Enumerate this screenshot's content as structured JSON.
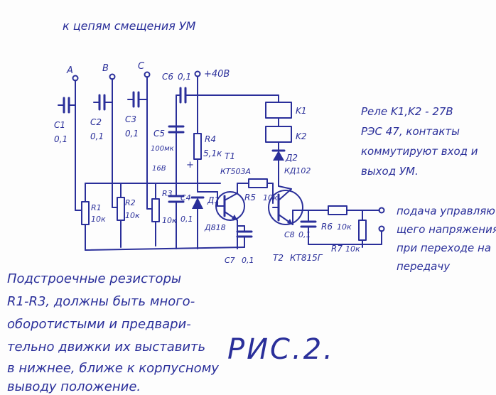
{
  "header": "к цепям смещения УМ",
  "figure_label": "РИС.2.",
  "terminals": [
    "A",
    "B",
    "C"
  ],
  "supply": "+40В",
  "capacitors": [
    {
      "ref": "C1",
      "value": "0,1"
    },
    {
      "ref": "C2",
      "value": "0,1"
    },
    {
      "ref": "C3",
      "value": "0,1"
    },
    {
      "ref": "C5",
      "value": "100мк",
      "value2": "16В"
    },
    {
      "ref": "C6",
      "value": "0,1"
    },
    {
      "ref": "C4",
      "value": "0,1"
    },
    {
      "ref": "C7",
      "value": "0,1"
    },
    {
      "ref": "C8",
      "value": "0,1"
    }
  ],
  "resistors": [
    {
      "ref": "R1",
      "value": "10к"
    },
    {
      "ref": "R2",
      "value": "10к"
    },
    {
      "ref": "R3",
      "value": "10к"
    },
    {
      "ref": "R4",
      "value": "5,1к"
    },
    {
      "ref": "R5",
      "value": "10к"
    },
    {
      "ref": "R6",
      "value": "10к"
    },
    {
      "ref": "R7",
      "value": "10к"
    }
  ],
  "relays": [
    "K1",
    "K2"
  ],
  "diodes": [
    {
      "ref": "Д1",
      "part": "Д818"
    },
    {
      "ref": "Д2",
      "part": "КД102"
    }
  ],
  "transistors": [
    {
      "ref": "T1",
      "part": "КТ503А"
    },
    {
      "ref": "T2",
      "part": "КТ815Г"
    }
  ],
  "relay_note": [
    "Реле K1,K2 - 27В",
    "РЭС 47, контакты",
    "коммутируют вход и",
    "выход УМ."
  ],
  "control_note": [
    "подача управляю",
    "щего напряжения",
    "при переходе на",
    "передачу"
  ],
  "resistor_note": [
    "Подстроечные резисторы",
    "R1-R3, должны быть много-",
    "оборотистыми и предвари-",
    "тельно движки их выставить",
    "в нижнее, ближе к корпусному",
    "выводу положение."
  ]
}
